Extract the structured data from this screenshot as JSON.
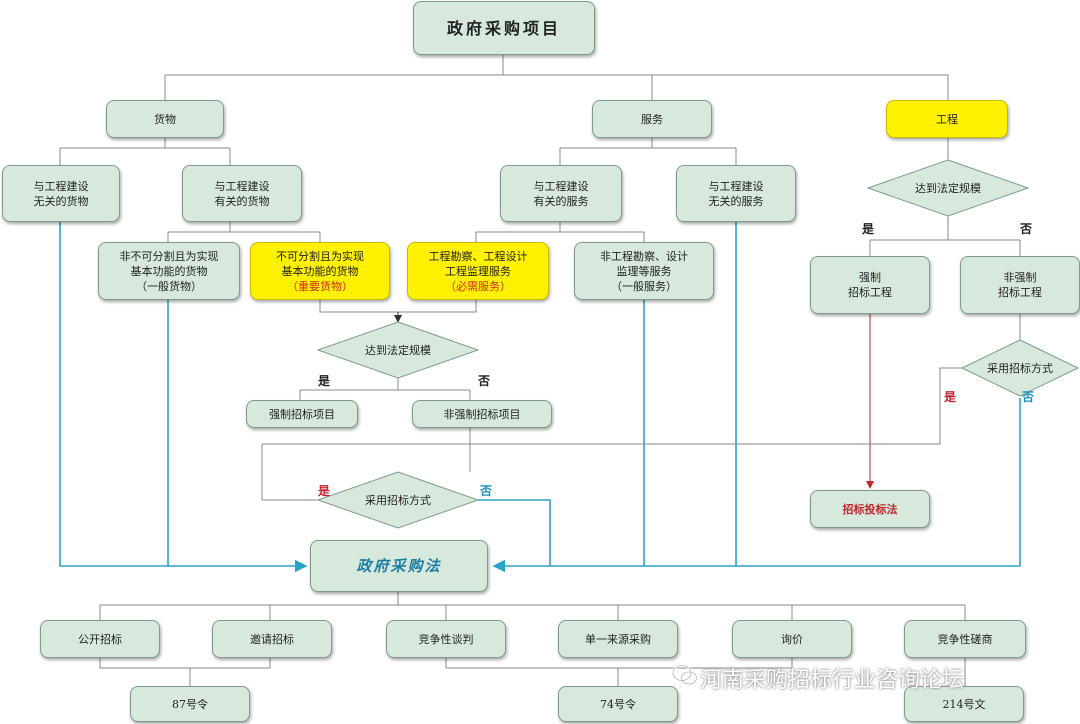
{
  "top": {
    "title": "政府采购项目"
  },
  "level1": {
    "goods": "货物",
    "services": "服务",
    "engineering": "工程"
  },
  "goods": {
    "unrelated": [
      "与工程建设",
      "无关的货物"
    ],
    "related": [
      "与工程建设",
      "有关的货物"
    ],
    "divisible": [
      "非不可分割且为实现",
      "基本功能的货物",
      "（一般货物）"
    ],
    "indivisible": [
      "不可分割且为实现",
      "基本功能的货物"
    ],
    "indivisible_note": "（重要货物）"
  },
  "services": {
    "related": [
      "与工程建设",
      "有关的服务"
    ],
    "unrelated": [
      "与工程建设",
      "无关的服务"
    ],
    "survey": [
      "工程勘察、工程设计",
      "工程监理服务"
    ],
    "survey_note": "（必需服务）",
    "non_survey": [
      "非工程勘察、设计",
      "监理等服务",
      "（一般服务）"
    ]
  },
  "middle": {
    "threshold": "达到法定规模",
    "yes": "是",
    "no": "否",
    "mandatory": "强制招标项目",
    "non_mandatory": "非强制招标项目",
    "use_tender": "采用招标方式",
    "use_yes": "是",
    "use_no": "否"
  },
  "engineering": {
    "threshold": "达到法定规模",
    "yes": "是",
    "no": "否",
    "mandatory": [
      "强制",
      "招标工程"
    ],
    "non_mandatory": [
      "非强制",
      "招标工程"
    ],
    "use_tender": "采用招标方式",
    "use_yes": "是",
    "use_no": "否",
    "law": "招标投标法"
  },
  "law": {
    "title": "政府采购法"
  },
  "methods": [
    "公开招标",
    "邀请招标",
    "竞争性谈判",
    "单一来源采购",
    "询价",
    "竞争性磋商"
  ],
  "orders": [
    "87号令",
    "74号令",
    "214号文"
  ],
  "watermark": "河南采购招标行业咨询论坛",
  "colors": {
    "box": "#d7e9dd",
    "highlight": "#fff100",
    "gray_line": "#8a8a8a",
    "blue_line": "#2aa3c9",
    "red_line": "#c0272d"
  }
}
